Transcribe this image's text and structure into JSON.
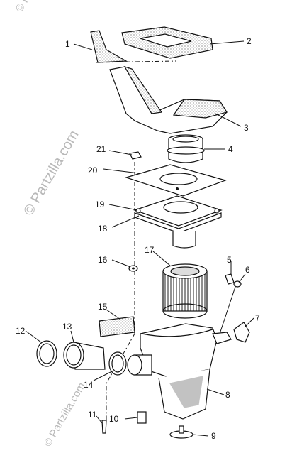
{
  "callouts": [
    "1",
    "2",
    "3",
    "4",
    "5",
    "6",
    "7",
    "8",
    "9",
    "10",
    "11",
    "12",
    "13",
    "14",
    "15",
    "16",
    "17",
    "18",
    "19",
    "20",
    "21"
  ],
  "watermarks": {
    "side": "© Partzilla.com",
    "top_corner": "© Partz",
    "bottom_corner": "© Partzilla.com"
  },
  "colors": {
    "ink": "#111111",
    "part_fill": "#ffffff",
    "stipple": "#555555",
    "watermark": "#b8b8b8"
  }
}
